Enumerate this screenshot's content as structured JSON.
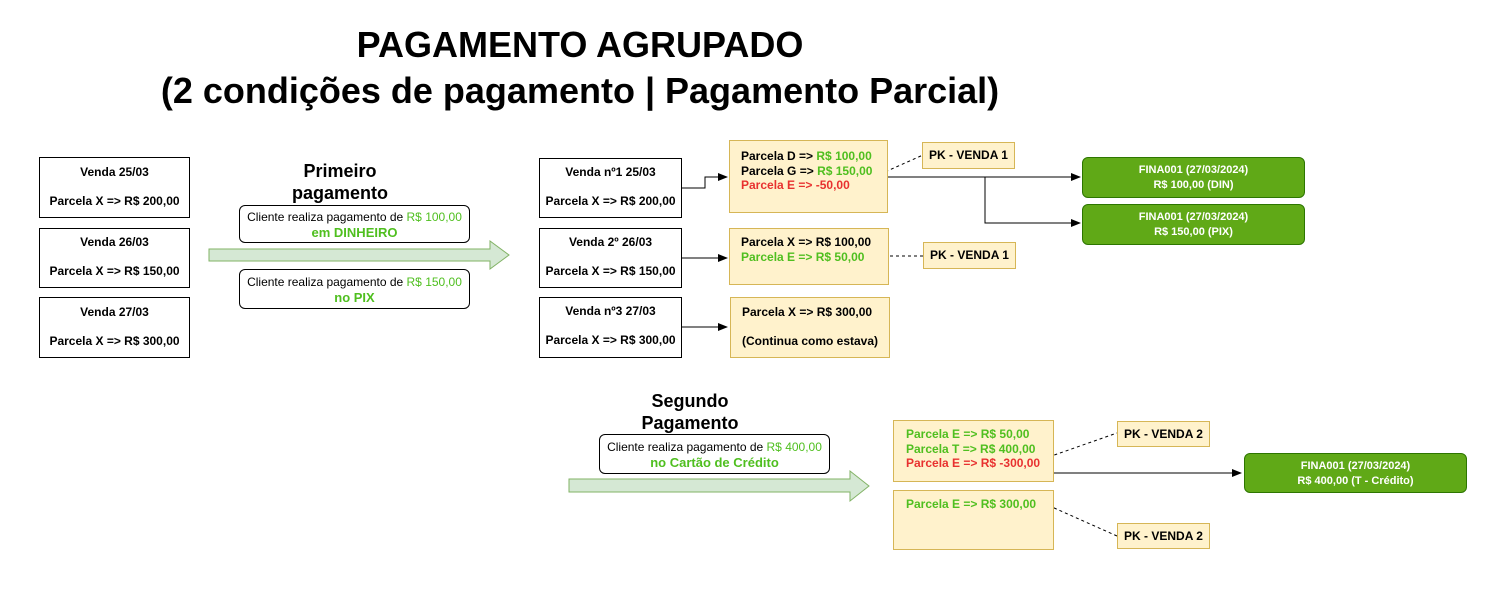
{
  "title": {
    "line1": "PAGAMENTO AGRUPADO",
    "line2": "(2 condições de pagamento | Pagamento Parcial)"
  },
  "left_sales": [
    {
      "header": "Venda 25/03",
      "line": "Parcela X => R$ 200,00"
    },
    {
      "header": "Venda 26/03",
      "line": "Parcela X => R$ 150,00"
    },
    {
      "header": "Venda 27/03",
      "line": "Parcela X => R$ 300,00"
    }
  ],
  "first_payment": {
    "label_1": "Primeiro",
    "label_2": "pagamento",
    "callout_a": {
      "text": "Cliente realiza pagamento de ",
      "amount": "R$ 100,00",
      "method_prefix": "em ",
      "method": "DINHEIRO"
    },
    "callout_b": {
      "text": "Cliente realiza pagamento de ",
      "amount": "R$ 150,00",
      "method_prefix": "no ",
      "method": "PIX"
    }
  },
  "right_sales": [
    {
      "header": "Venda nº1 25/03",
      "line": "Parcela X => R$ 200,00"
    },
    {
      "header": "Venda 2º 26/03",
      "line": "Parcela X => R$ 150,00"
    },
    {
      "header": "Venda nº3 27/03",
      "line": "Parcela X => R$ 300,00"
    }
  ],
  "parcel_box_1": {
    "d_prefix": "Parcela D => ",
    "d_value": "R$ 100,00",
    "g_prefix": "Parcela G => ",
    "g_value": "R$ 150,00",
    "e_line": "Parcela E => -50,00"
  },
  "parcel_box_2": {
    "x_line": "Parcela X => R$ 100,00",
    "e_line": "Parcela E => R$ 50,00"
  },
  "parcel_box_3": {
    "x_line": "Parcela X => R$ 300,00",
    "note": "(Continua como estava)"
  },
  "pk_labels": {
    "pk1": "PK - VENDA 1",
    "pk2": "PK - VENDA 1",
    "pk3": "PK - VENDA 2",
    "pk4": "PK - VENDA 2"
  },
  "fina_boxes": {
    "f1": {
      "line1": "FINA001 (27/03/2024)",
      "line2": "R$ 100,00 (DIN)"
    },
    "f2": {
      "line1": "FINA001 (27/03/2024)",
      "line2": "R$ 150,00 (PIX)"
    },
    "f3": {
      "line1": "FINA001 (27/03/2024)",
      "line2": "R$ 400,00 (T - Crédito)"
    }
  },
  "second_payment": {
    "label_1": "Segundo",
    "label_2": "Pagamento",
    "callout": {
      "text": "Cliente realiza pagamento de ",
      "amount": "R$ 400,00",
      "method_prefix": "no ",
      "method": "Cartão de Crédito"
    }
  },
  "second_parcel_box_1": {
    "e_line": "Parcela E => R$ 50,00",
    "t_line": "Parcela T => R$ 400,00",
    "e_neg_line": "Parcela E => R$ -300,00"
  },
  "second_parcel_box_2": {
    "e_line": "Parcela E => R$ 300,00"
  },
  "colors": {
    "green_text": "#4fbf1f",
    "red_text": "#e8312f",
    "note_fill": "#fff2cc",
    "note_border": "#d6b656",
    "fina_fill": "#60a917",
    "arrow_fill": "#d5e8d4",
    "arrow_border": "#82b366"
  }
}
